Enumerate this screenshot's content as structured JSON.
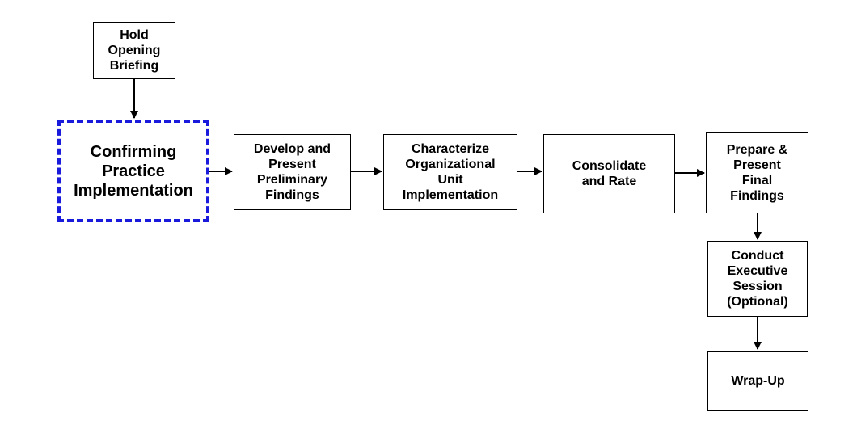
{
  "diagram": {
    "nodes": {
      "hold_opening_briefing": "Hold\nOpening\nBriefing",
      "confirming_practice_implementation": "Confirming\nPractice\nImplementation",
      "develop_present_preliminary_findings": "Develop and\nPresent\nPreliminary\nFindings",
      "characterize_org_unit_implementation": "Characterize\nOrganizational\nUnit\nImplementation",
      "consolidate_and_rate": "Consolidate\nand Rate",
      "prepare_present_final_findings": "Prepare &\nPresent\nFinal\nFindings",
      "conduct_executive_session": "Conduct\nExecutive\nSession\n(Optional)",
      "wrap_up": "Wrap-Up"
    },
    "edges": [
      [
        "hold_opening_briefing",
        "confirming_practice_implementation"
      ],
      [
        "confirming_practice_implementation",
        "develop_present_preliminary_findings"
      ],
      [
        "develop_present_preliminary_findings",
        "characterize_org_unit_implementation"
      ],
      [
        "characterize_org_unit_implementation",
        "consolidate_and_rate"
      ],
      [
        "consolidate_and_rate",
        "prepare_present_final_findings"
      ],
      [
        "prepare_present_final_findings",
        "conduct_executive_session"
      ],
      [
        "conduct_executive_session",
        "wrap_up"
      ]
    ],
    "colors": {
      "highlight_border": "#1a1adc",
      "box_border": "#000000",
      "arrow": "#000000"
    }
  }
}
